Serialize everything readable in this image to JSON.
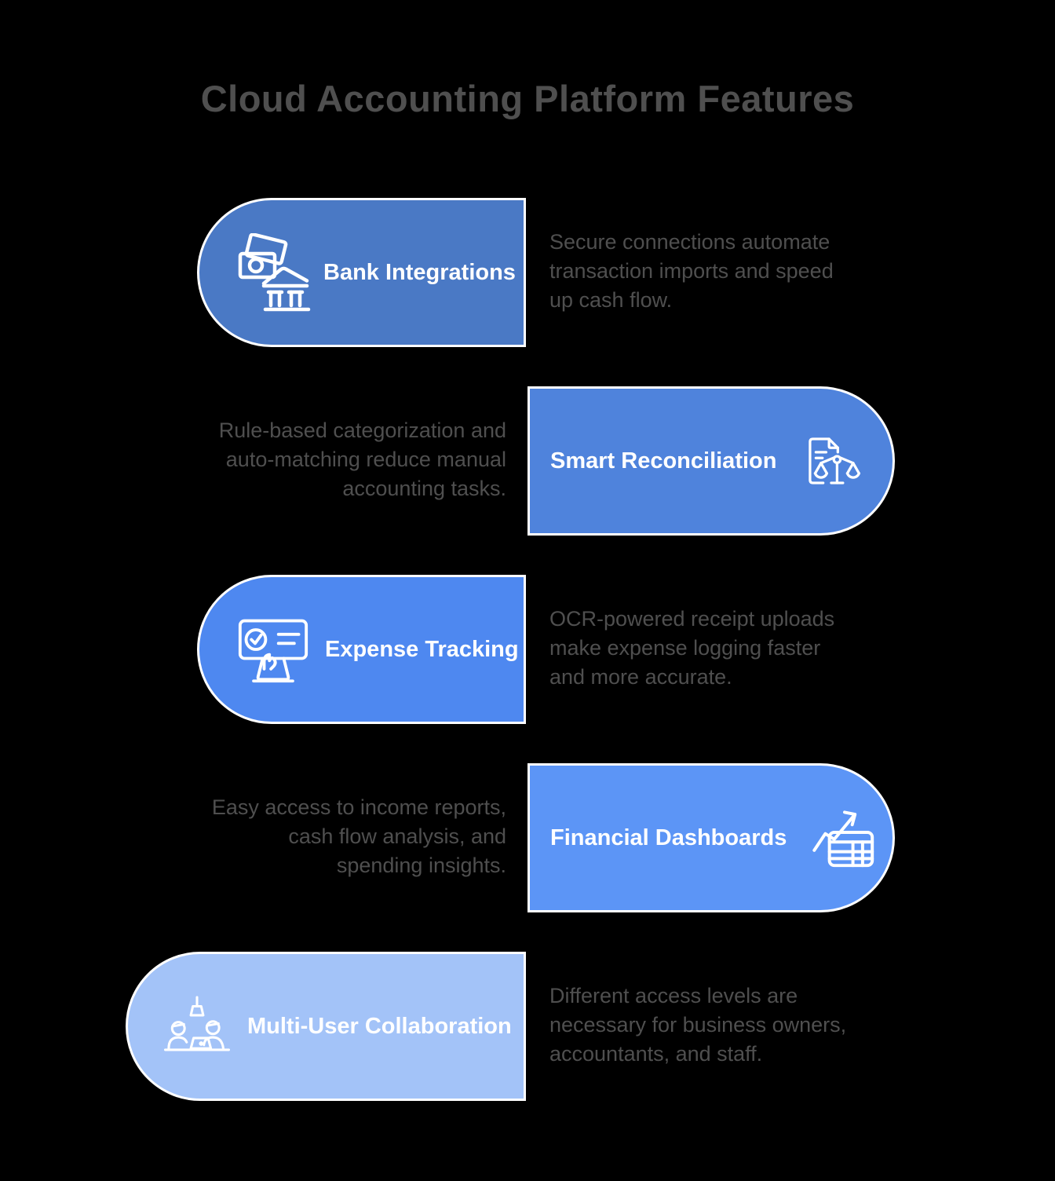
{
  "title": "Cloud Accounting Platform Features",
  "colors": {
    "background": "#000000",
    "title_text": "#4F4F4F",
    "body_text": "#4F4F4F",
    "pill_text": "#FFFFFF",
    "pill_border": "#FFFFFF"
  },
  "features": [
    {
      "title": "Bank Integrations",
      "icon": "bank-icon",
      "side": "left",
      "color": "#4A79C5",
      "desc_lines": [
        "Secure connections automate",
        "transaction imports and speed",
        "up cash flow."
      ]
    },
    {
      "title": "Smart Reconciliation",
      "icon": "document-scales-icon",
      "side": "right",
      "color": "#4F83DC",
      "desc_lines": [
        "Rule-based categorization and",
        "auto-matching reduce manual",
        "accounting tasks."
      ]
    },
    {
      "title": "Expense Tracking",
      "icon": "receipt-check-icon",
      "side": "left",
      "color": "#4E88F0",
      "desc_lines": [
        "OCR-powered receipt uploads",
        "make expense logging faster",
        "and more accurate."
      ]
    },
    {
      "title": "Financial Dashboards",
      "icon": "chart-table-icon",
      "side": "right",
      "color": "#5C95F6",
      "desc_lines": [
        "Easy access to income reports,",
        "cash flow analysis, and",
        "spending insights."
      ]
    },
    {
      "title": "Multi-User Collaboration",
      "icon": "people-desk-icon",
      "side": "left",
      "color": "#A3C3F8",
      "desc_lines": [
        "Different access levels are",
        "necessary for business owners,",
        "accountants, and staff."
      ]
    }
  ]
}
